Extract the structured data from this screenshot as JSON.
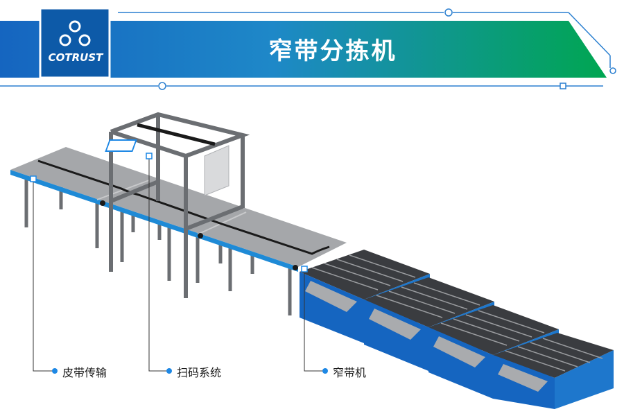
{
  "header": {
    "title": "窄带分拣机",
    "logo_text": "COTRUST",
    "accent_colors": [
      "#1565c0",
      "#1e88e5",
      "#00a651"
    ]
  },
  "callouts": [
    {
      "label": "皮带传输"
    },
    {
      "label": "扫码系统"
    },
    {
      "label": "窄带机"
    }
  ]
}
